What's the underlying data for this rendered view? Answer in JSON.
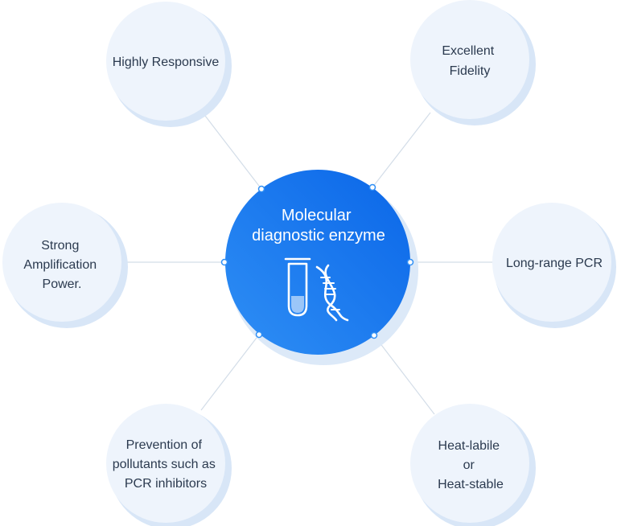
{
  "center": {
    "title_lines": [
      "Molecular",
      "diagnostic enzyme"
    ],
    "icon": "test-tube-dna-icon"
  },
  "nodes": [
    {
      "id": "highly-responsive",
      "lines": [
        "Highly Responsive"
      ]
    },
    {
      "id": "excellent-fidelity",
      "lines": [
        "Excellent",
        "Fidelity"
      ]
    },
    {
      "id": "strong-amplification",
      "lines": [
        "Strong",
        "Amplification",
        "Power."
      ]
    },
    {
      "id": "long-range-pcr",
      "lines": [
        "Long-range PCR"
      ]
    },
    {
      "id": "prevention-of-pollutants",
      "lines": [
        "Prevention of",
        "pollutants such as",
        "PCR inhibitors"
      ]
    },
    {
      "id": "heat-labile-stable",
      "lines": [
        "Heat-labile",
        "or",
        "Heat-stable"
      ]
    }
  ],
  "colors": {
    "node_fill": "#eef4fc",
    "node_shadow": "#d8e6f7",
    "connector": "#d3dde8",
    "center_start": "#2f8ff5",
    "center_end": "#0a66e8",
    "center_shadow": "#dce9f8",
    "text": "#2b3a4f"
  }
}
